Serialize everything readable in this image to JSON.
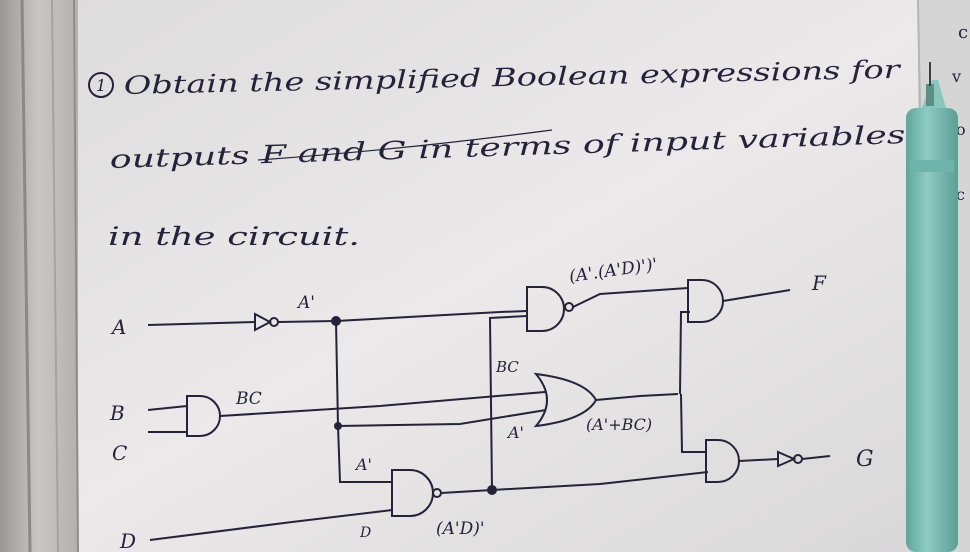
{
  "question": {
    "number": "1",
    "line1": "Obtain the simplified Boolean expressions for",
    "line2": "outputs F and G in terms of input variables",
    "line3": "in the circuit."
  },
  "circuit": {
    "inputs": {
      "a": "A",
      "b": "B",
      "c": "C",
      "d": "D"
    },
    "signals": {
      "a_not": "A'",
      "bc": "BC",
      "bc_or_input": "BC",
      "a_not_or_input": "A'",
      "a_not_nand_input": "A'",
      "d_nand_input": "D",
      "nand1_out": "(A'D)'",
      "nand2_out": "(A'.(A'D)')'",
      "or_out": "(A'+BC)"
    },
    "outputs": {
      "f": "F",
      "g": "G"
    }
  },
  "right_edge_letters": [
    "c",
    "v",
    "o",
    "c"
  ],
  "colors": {
    "ink": "#24233a",
    "paper": "#e9e7e7",
    "pen_body": "#7fc1b8",
    "pen_cap": "#9dd2c8"
  }
}
